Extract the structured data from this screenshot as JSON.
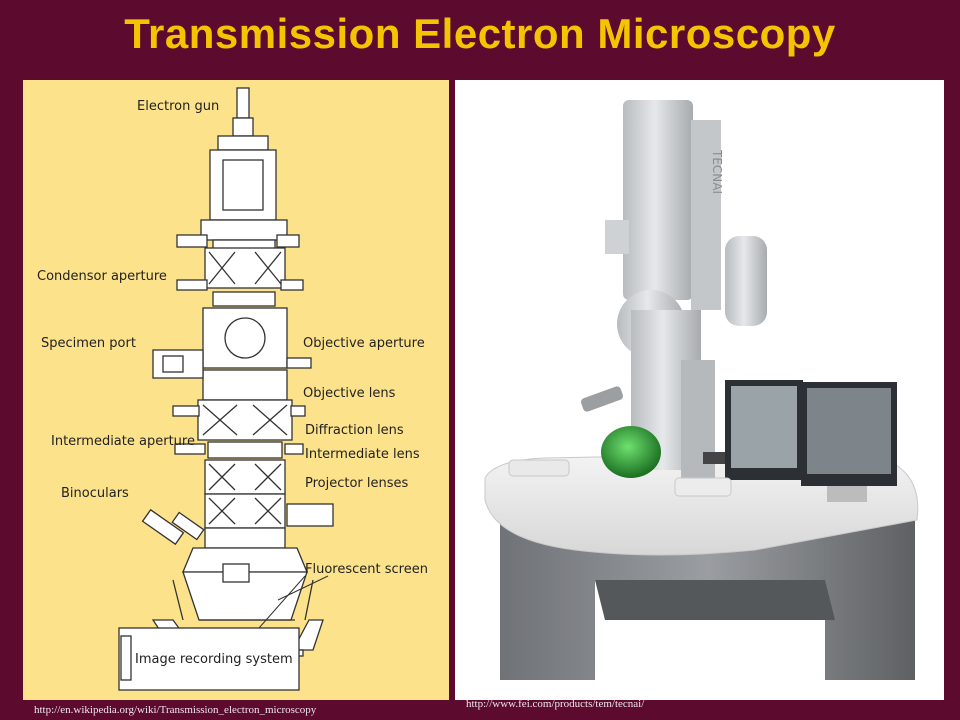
{
  "title": "Transmission Electron Microscopy",
  "diagram": {
    "labels": {
      "electron_gun": "Electron gun",
      "condensor_aperture": "Condensor aperture",
      "specimen_port": "Specimen port",
      "objective_aperture": "Objective aperture",
      "objective_lens": "Objective lens",
      "intermediate_aperture": "Intermediate aperture",
      "diffraction_lens": "Diffraction lens",
      "intermediate_lens": "Intermediate lens",
      "binoculars": "Binoculars",
      "projector_lenses": "Projector lenses",
      "fluorescent_screen": "Fluorescent screen",
      "image_recording_system": "Image recording system"
    }
  },
  "photo": {
    "brand_text": "TECNAI"
  },
  "sources": {
    "left": "http://en.wikipedia.org/wiki/Transmission_electron_microscopy",
    "right": "http://www.fei.com/products/tem/tecnai/"
  },
  "colors": {
    "background": "#5c0a2e",
    "title": "#f5c400",
    "diagram_bg": "#fce28a"
  }
}
